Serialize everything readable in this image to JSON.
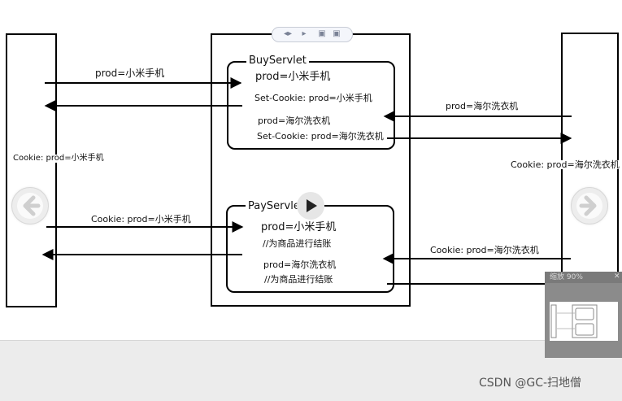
{
  "diagram": {
    "buy_servlet": {
      "title": "BuyServlet",
      "prod1": "prod=小米手机",
      "set_cookie1": "Set-Cookie: prod=小米手机",
      "prod2": "prod=海尔洗衣机",
      "set_cookie2": "Set-Cookie: prod=海尔洗衣机"
    },
    "pay_servlet": {
      "title": "PayServlet",
      "prod1": "prod=小米手机",
      "comment1": "//为商品进行结账",
      "prod2": "prod=海尔洗衣机",
      "comment2": "//为商品进行结账"
    },
    "arrows": {
      "req1": "prod=小米手机",
      "req2": "prod=海尔洗衣机",
      "req3": "Cookie: prod=小米手机",
      "req4": "Cookie: prod=海尔洗衣机"
    },
    "client_left_cookie": "Cookie: prod=小米手机",
    "client_right_cookie": "Cookie: prod=海尔洗衣机"
  },
  "viewer": {
    "toolbar": [
      "◂▸",
      "▸",
      "▣",
      "▣"
    ],
    "nav_prev_icon": "arrow-left-icon",
    "nav_next_icon": "arrow-right-icon",
    "play_icon": "play-icon"
  },
  "thumbnail": {
    "header": "缩放 90%"
  },
  "watermark": "CSDN @GC-扫地僧"
}
